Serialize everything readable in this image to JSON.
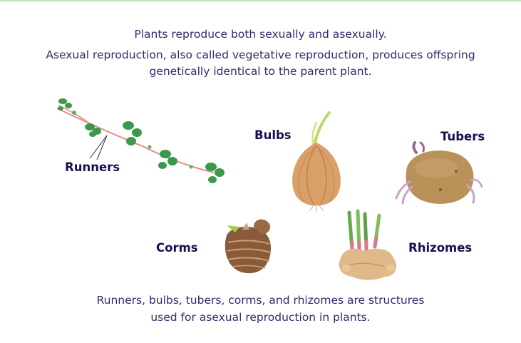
{
  "intro": {
    "line1": "Plants reproduce both sexually and asexually.",
    "line2a": "Asexual reproduction, also called vegetative reproduction, produces offspring",
    "line2b": "genetically identical to the parent plant."
  },
  "labels": {
    "runners": "Runners",
    "bulbs": "Bulbs",
    "tubers": "Tubers",
    "corms": "Corms",
    "rhizomes": "Rhizomes"
  },
  "outro": {
    "line1": "Runners, bulbs, tubers, corms, and rhizomes are structures",
    "line2": "used for asexual reproduction in plants."
  },
  "colors": {
    "text": "#2e2c6b",
    "label": "#15134f",
    "leaf": "#3a9a4a",
    "runner_stem": "#e88a8a",
    "onion": "#d9a06a",
    "potato": "#b9925a",
    "corm": "#8a5a3a",
    "ginger": "#e0b98a"
  }
}
